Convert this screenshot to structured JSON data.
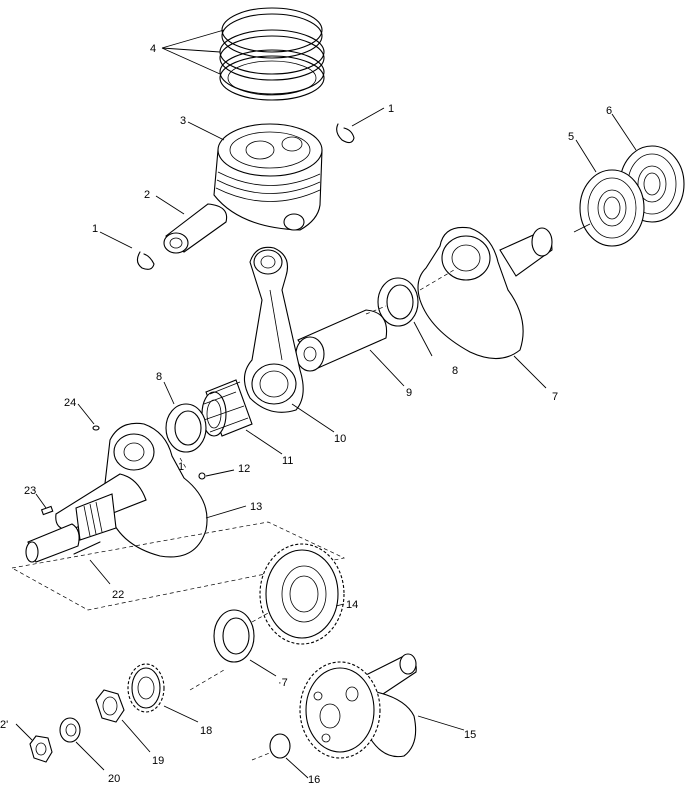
{
  "callouts": {
    "c1": "4",
    "c2": "1",
    "c3": "3",
    "c4": "6",
    "c5": "5",
    "c6": "2",
    "c7": "1",
    "c8": "8",
    "c9": "9",
    "c10": "7",
    "c11": "8",
    "c12": "24",
    "c13": "10",
    "c14": "11",
    "c15": "1",
    "c16": "12",
    "c17": "23",
    "c18": "13",
    "c19": "22",
    "c20": "14",
    "c21": "·7",
    "c22": "18",
    "c23": "2'",
    "c24": "19",
    "c25": "15",
    "c26": "20",
    "c27": "16"
  }
}
